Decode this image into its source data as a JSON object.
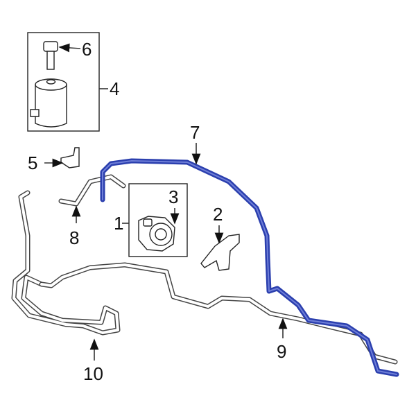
{
  "diagram": {
    "callouts": [
      "1",
      "2",
      "3",
      "4",
      "5",
      "6",
      "7",
      "8",
      "9",
      "10"
    ],
    "colors": {
      "highlight": "#2b3fae",
      "line": "#333333",
      "background": "#ffffff"
    }
  }
}
